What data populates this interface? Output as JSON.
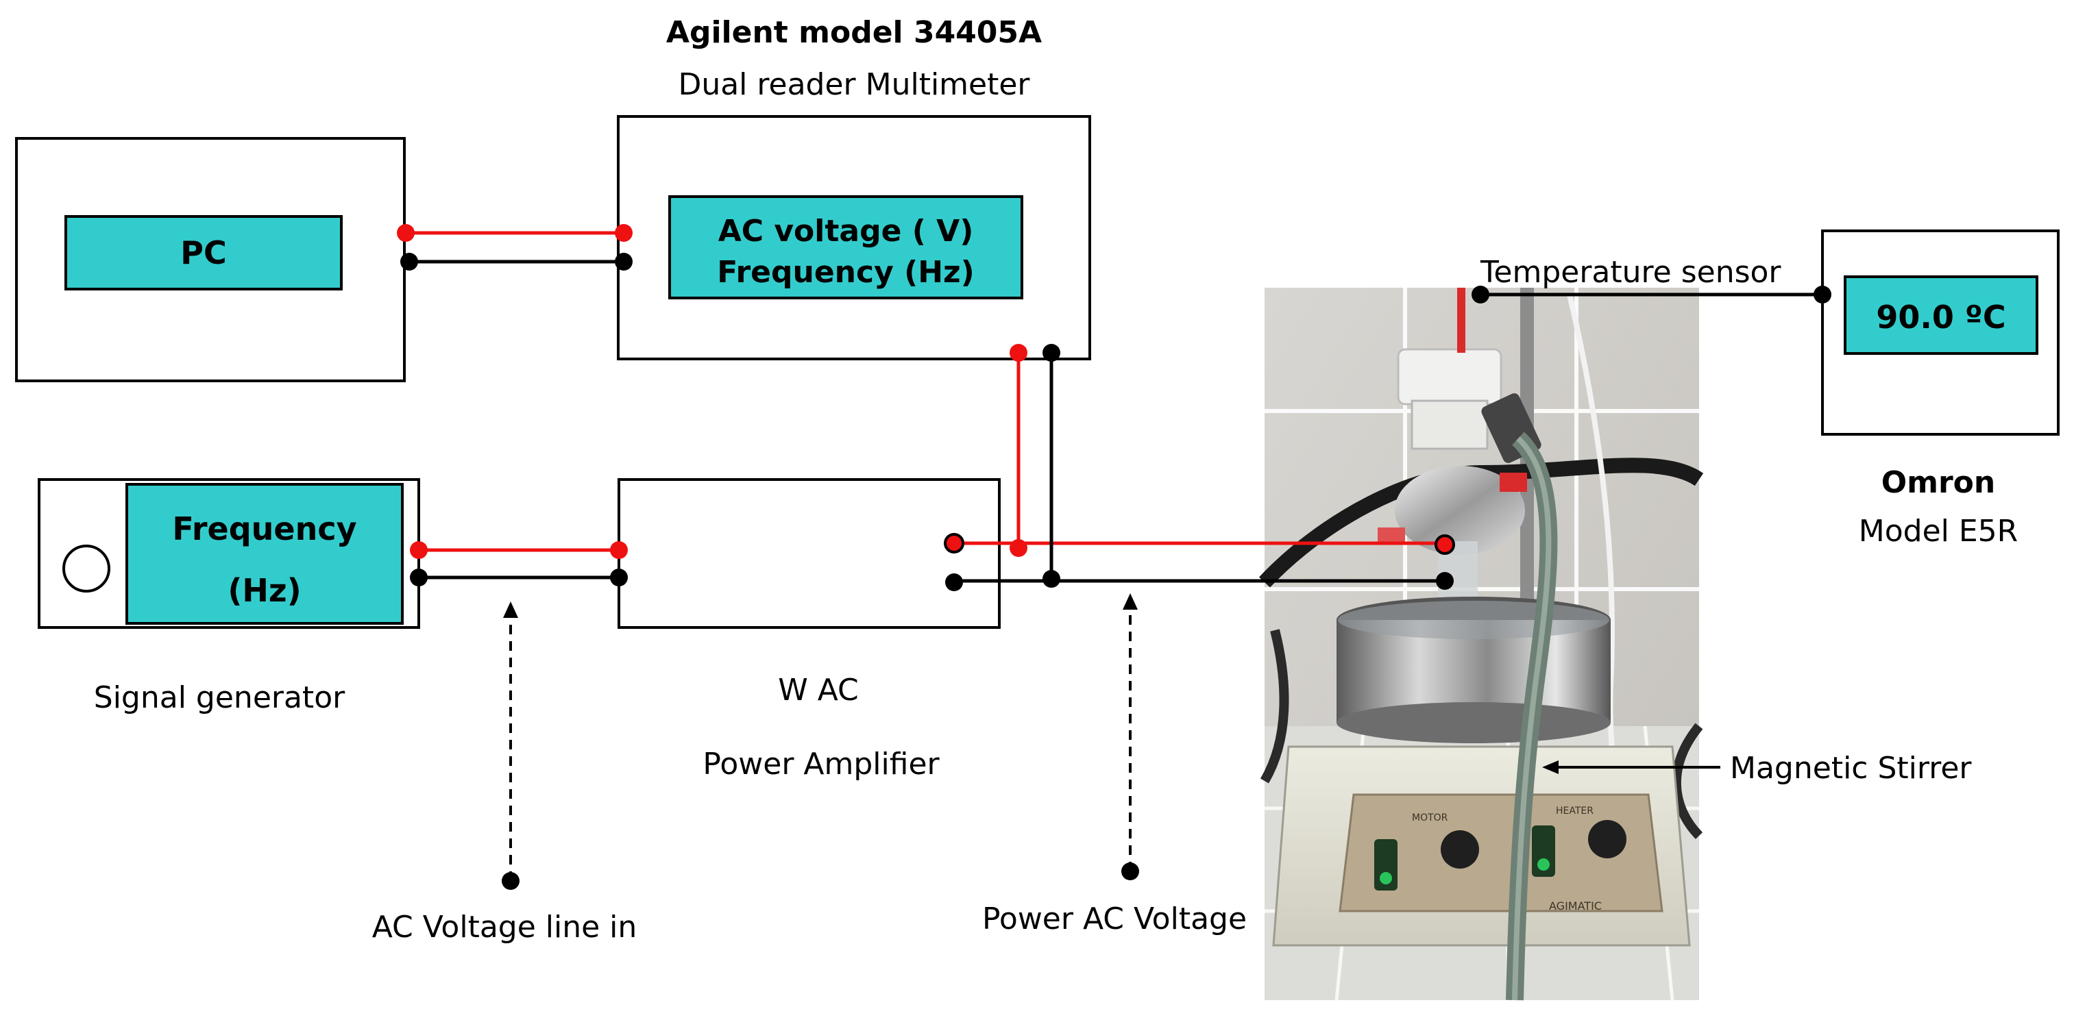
{
  "multimeter": {
    "title": "Agilent model 34405A",
    "subtitle": "Dual reader Multimeter",
    "display_line1": "AC  voltage ( V)",
    "display_line2": "Frequency (Hz)"
  },
  "pc": {
    "label": "PC"
  },
  "signal_generator": {
    "display_line1": "Frequency",
    "display_line2": "(Hz)",
    "caption": "Signal generator"
  },
  "amplifier": {
    "caption_line1": "W AC",
    "caption_line2": "Power Amplifier"
  },
  "controller": {
    "display": "90.0 ºC",
    "title": "Omron",
    "subtitle": "Model E5R"
  },
  "labels": {
    "temperature_sensor": "Temperature sensor",
    "magnetic_stirrer": "Magnetic Stirrer",
    "ac_voltage_line_in": "AC Voltage line in",
    "power_ac_voltage": "Power AC Voltage"
  },
  "colors": {
    "display_fill": "#33CCCC",
    "signal_wire": "#EE1111",
    "ground_wire": "#000000"
  },
  "photo": {
    "stirrer_panel_left": "MOTOR",
    "stirrer_panel_right": "HEATER",
    "stirrer_brand": "AGIMATIC"
  }
}
